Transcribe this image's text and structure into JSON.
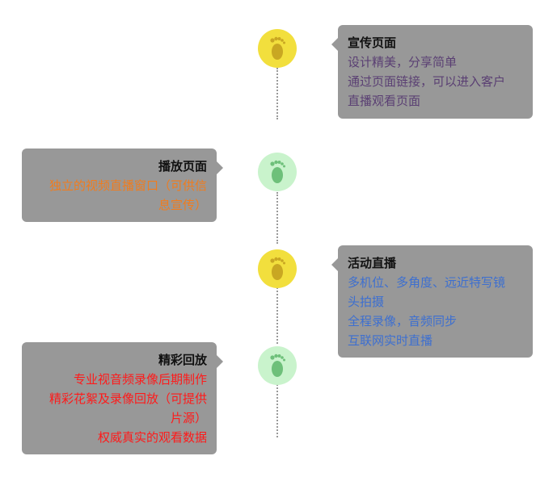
{
  "timeline": {
    "items": [
      {
        "title": "宣传页面",
        "lines": [
          "设计精美，分享简单",
          "通过页面链接，可以进入客户",
          "直播观看页面"
        ],
        "text_color": "#5a3f73",
        "node_color": "yellow",
        "icon": "footprint-icon"
      },
      {
        "title": "播放页面",
        "lines": [
          "独立的视频直播窗口（可供信",
          "息宣传）"
        ],
        "text_color": "#f07c1e",
        "node_color": "green",
        "icon": "footprint-icon"
      },
      {
        "title": "活动直播",
        "lines": [
          "多机位、多角度、远近特写镜",
          "头拍摄",
          "全程录像，音频同步",
          "互联网实时直播"
        ],
        "text_color": "#3d6fd0",
        "node_color": "yellow",
        "icon": "footprint-icon"
      },
      {
        "title": "精彩回放",
        "lines": [
          "专业视音频录像后期制作",
          "精彩花絮及录像回放（可提供",
          "片源）",
          "权威真实的观看数据"
        ],
        "text_color": "#ff1a1a",
        "node_color": "green",
        "icon": "footprint-icon"
      }
    ]
  }
}
